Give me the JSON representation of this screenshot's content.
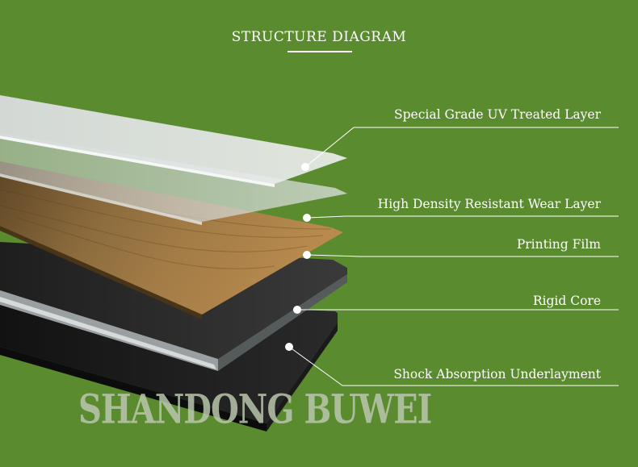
{
  "title": "STRUCTURE DIAGRAM",
  "watermark": "SHANDONG BUWEI",
  "layers": [
    {
      "label": "Special Grade UV Treated Layer"
    },
    {
      "label": "High Density Resistant Wear Layer"
    },
    {
      "label": "Printing Film"
    },
    {
      "label": "Rigid Core"
    },
    {
      "label": "Shock Absorption Underlayment"
    }
  ],
  "colors": {
    "background": "#5b8b2f",
    "uv_layer": "#e4e7e8",
    "wear_layer": "#cfd5d6",
    "printing_film": "#8a6a3c",
    "rigid_core": "#2c2c2c",
    "underlayment": "#1c1c1c",
    "leader_line": "#ffffff"
  }
}
